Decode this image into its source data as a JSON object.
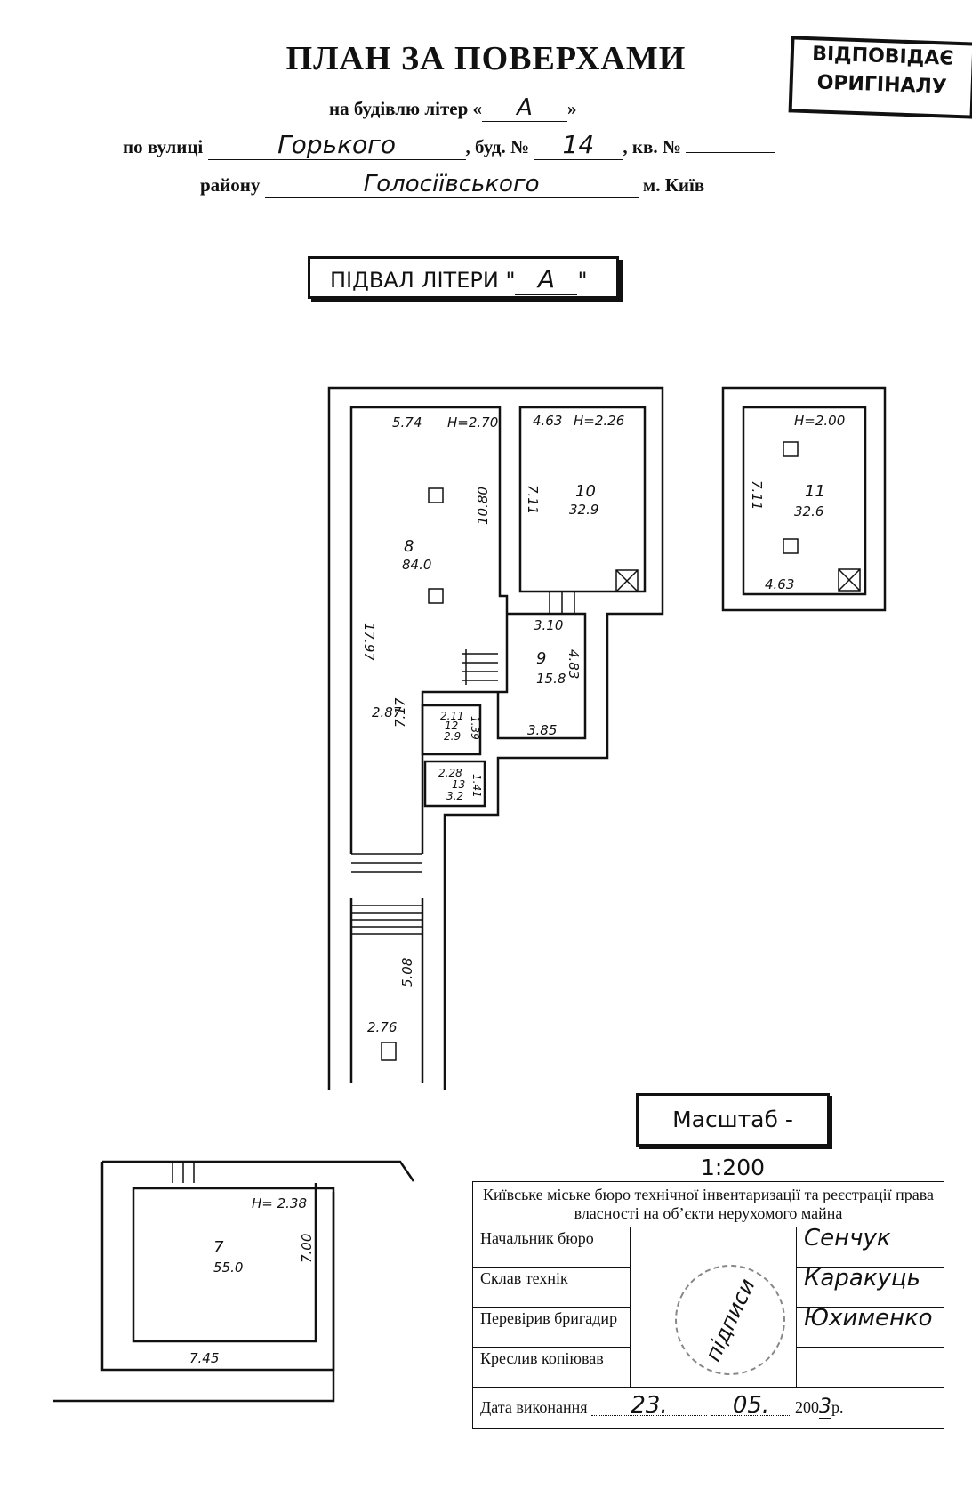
{
  "header": {
    "title": "ПЛАН ЗА ПОВЕРХАМИ",
    "building_prefix": "на будівлю літер «",
    "building_letter": "А",
    "building_suffix": "»",
    "street_label": "по вулиці",
    "street_value": "Горького",
    "house_label": ", буд. №",
    "house_value": "14",
    "apt_label": ", кв. №",
    "apt_value": "",
    "district_label": "району",
    "district_value": "Голосіївського",
    "city": "м. Київ"
  },
  "stamp_original": {
    "line1": "ВІДПОВІДАЄ",
    "line2": "ОРИГІНАЛУ"
  },
  "basement": {
    "label": "ПІДВАЛ ЛІТЕРИ \"",
    "letter": "А",
    "close": "\""
  },
  "rooms": [
    {
      "number": "8",
      "area": "84.0",
      "height": "H=2.70"
    },
    {
      "number": "10",
      "area": "32.9",
      "height": "H=2.26"
    },
    {
      "number": "11",
      "area": "32.6",
      "height": "H=2.00"
    },
    {
      "number": "9",
      "area": "15.8",
      "height": ""
    },
    {
      "number": "12",
      "area": "2.9",
      "height": ""
    },
    {
      "number": "13",
      "area": "3.2",
      "height": ""
    },
    {
      "number": "7",
      "area": "55.0",
      "height": "H= 2.38"
    }
  ],
  "dimensions": {
    "r8_top": "5.74",
    "r8_side": "17.97",
    "r8_inner": "10.80",
    "r10_top": "4.63",
    "r10_side": "7.11",
    "r11_side": "7.11",
    "r11_bottom": "4.63",
    "r9_top": "3.10",
    "r9_side": "4.83",
    "r9_bottom": "3.85",
    "r8_lower": "2.87",
    "r8_lower_side": "7.17",
    "r12_top": "2.11",
    "r12_side": "1.39",
    "r13_top": "2.28",
    "r13_side": "1.41",
    "corridor_side": "5.08",
    "corridor_bottom": "2.76",
    "r7_side": "7.00",
    "r7_bottom": "7.45"
  },
  "scale": {
    "label": "Масштаб - 1:200"
  },
  "bureau": {
    "heading": "Київське міське бюро технічної інвентаризації та реєстрації права власності на об’єкти нерухомого майна",
    "rows": [
      {
        "role": "Начальник бюро",
        "signature": "Сенчук"
      },
      {
        "role": "Склав технік",
        "signature": "Каракуць"
      },
      {
        "role": "Перевірив бригадир",
        "signature": "Юхименко"
      },
      {
        "role": "Креслив копіював",
        "signature": ""
      }
    ],
    "date_label": "Дата виконання",
    "date_day": "23.",
    "date_month": "05.",
    "date_year_prefix": "200",
    "date_year_digit": "3",
    "date_suffix": "р.",
    "seal_handwriting": "підписи"
  }
}
